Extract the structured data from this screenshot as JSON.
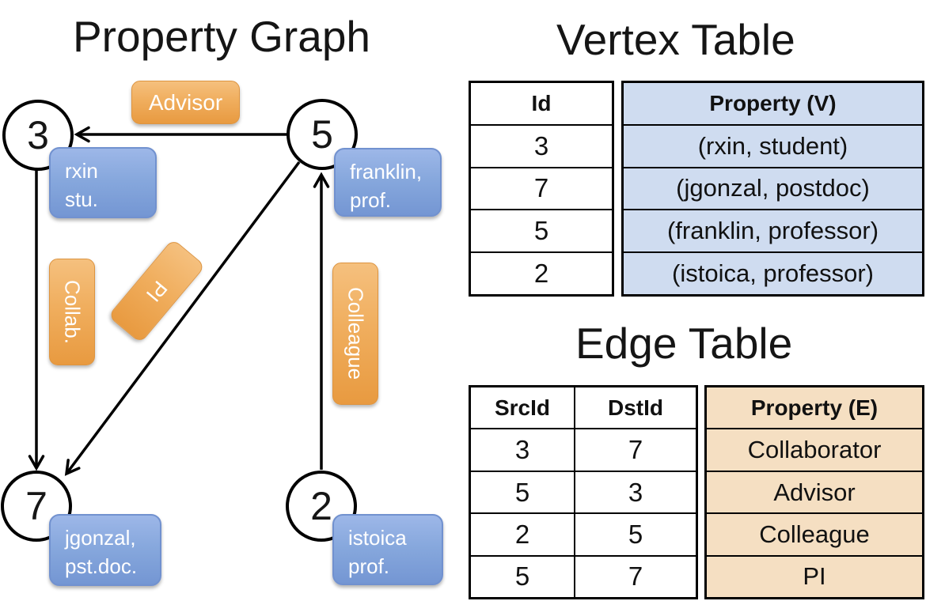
{
  "left_panel": {
    "title": "Property Graph",
    "nodes": [
      {
        "id": "3"
      },
      {
        "id": "5"
      },
      {
        "id": "7"
      },
      {
        "id": "2"
      }
    ],
    "vertex_labels": [
      {
        "line1": "rxin",
        "line2": "stu."
      },
      {
        "line1": "franklin,",
        "line2": "prof."
      },
      {
        "line1": "jgonzal,",
        "line2": "pst.doc."
      },
      {
        "line1": "istoica",
        "line2": "prof."
      }
    ],
    "edge_labels": {
      "advisor": "Advisor",
      "collab": "Collab.",
      "pi": "PI",
      "colleague": "Colleague"
    }
  },
  "vertex_table": {
    "title": "Vertex Table",
    "headers": {
      "id": "Id",
      "property": "Property (V)"
    },
    "rows": [
      {
        "id": "3",
        "property": "(rxin, student)"
      },
      {
        "id": "7",
        "property": "(jgonzal, postdoc)"
      },
      {
        "id": "5",
        "property": "(franklin, professor)"
      },
      {
        "id": "2",
        "property": "(istoica, professor)"
      }
    ]
  },
  "edge_table": {
    "title": "Edge Table",
    "headers": {
      "src": "SrcId",
      "dst": "DstId",
      "property": "Property (E)"
    },
    "rows": [
      {
        "src": "3",
        "dst": "7",
        "property": "Collaborator"
      },
      {
        "src": "5",
        "dst": "3",
        "property": "Advisor"
      },
      {
        "src": "2",
        "dst": "5",
        "property": "Colleague"
      },
      {
        "src": "5",
        "dst": "7",
        "property": "PI"
      }
    ]
  },
  "colors": {
    "edge_label_fill": "#f0ae5e",
    "vertex_label_fill": "#87a8dd",
    "vertex_property_fill": "#cfdcf0",
    "edge_property_fill": "#f5dfc2",
    "line_color": "#000000"
  }
}
